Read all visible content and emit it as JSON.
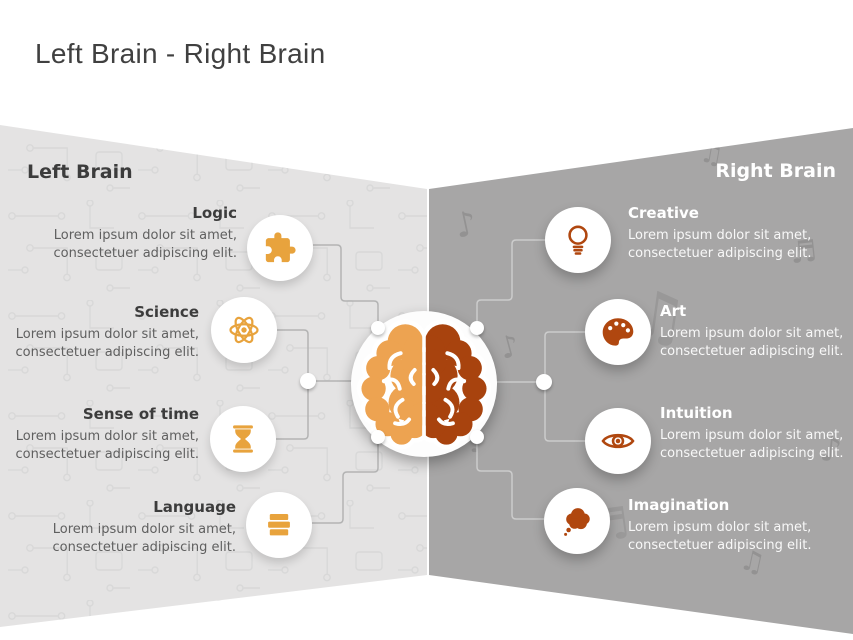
{
  "slide": {
    "title": "Left Brain - Right Brain"
  },
  "left_panel": {
    "header": "Left Brain",
    "items": [
      {
        "title": "Logic",
        "description": "Lorem ipsum dolor sit amet,\nconsectetuer adipiscing elit.",
        "icon": "puzzle-icon"
      },
      {
        "title": "Science",
        "description": "Lorem ipsum dolor sit amet,\nconsectetuer adipiscing elit.",
        "icon": "atom-icon"
      },
      {
        "title": "Sense of time",
        "description": "Lorem ipsum dolor sit amet,\nconsectetuer adipiscing elit.",
        "icon": "hourglass-icon"
      },
      {
        "title": "Language",
        "description": "Lorem ipsum dolor sit amet,\nconsectetuer adipiscing elit.",
        "icon": "books-icon"
      }
    ]
  },
  "right_panel": {
    "header": "Right Brain",
    "items": [
      {
        "title": "Creative",
        "description": "Lorem ipsum dolor sit amet,\nconsectetuer adipiscing elit.",
        "icon": "lightbulb-icon"
      },
      {
        "title": "Art",
        "description": "Lorem ipsum dolor sit amet,\nconsectetuer adipiscing elit.",
        "icon": "palette-icon"
      },
      {
        "title": "Intuition",
        "description": "Lorem ipsum dolor sit amet,\nconsectetuer adipiscing elit.",
        "icon": "eye-icon"
      },
      {
        "title": "Imagination",
        "description": "Lorem ipsum dolor sit amet,\nconsectetuer adipiscing elit.",
        "icon": "thought-cloud-icon"
      }
    ]
  },
  "center": {
    "icon": "brain-icon"
  },
  "colors": {
    "left_panel_bg": "#e4e3e3",
    "right_panel_bg": "#a7a6a6",
    "left_accent": "#e8a33d",
    "right_accent": "#b0470f",
    "brain_left_half": "#eda351",
    "brain_right_half": "#a8430e",
    "title_text": "#404040",
    "left_title_text": "#3c3c3c",
    "left_desc_text": "#5f5f5f",
    "right_text": "#ffffff"
  }
}
